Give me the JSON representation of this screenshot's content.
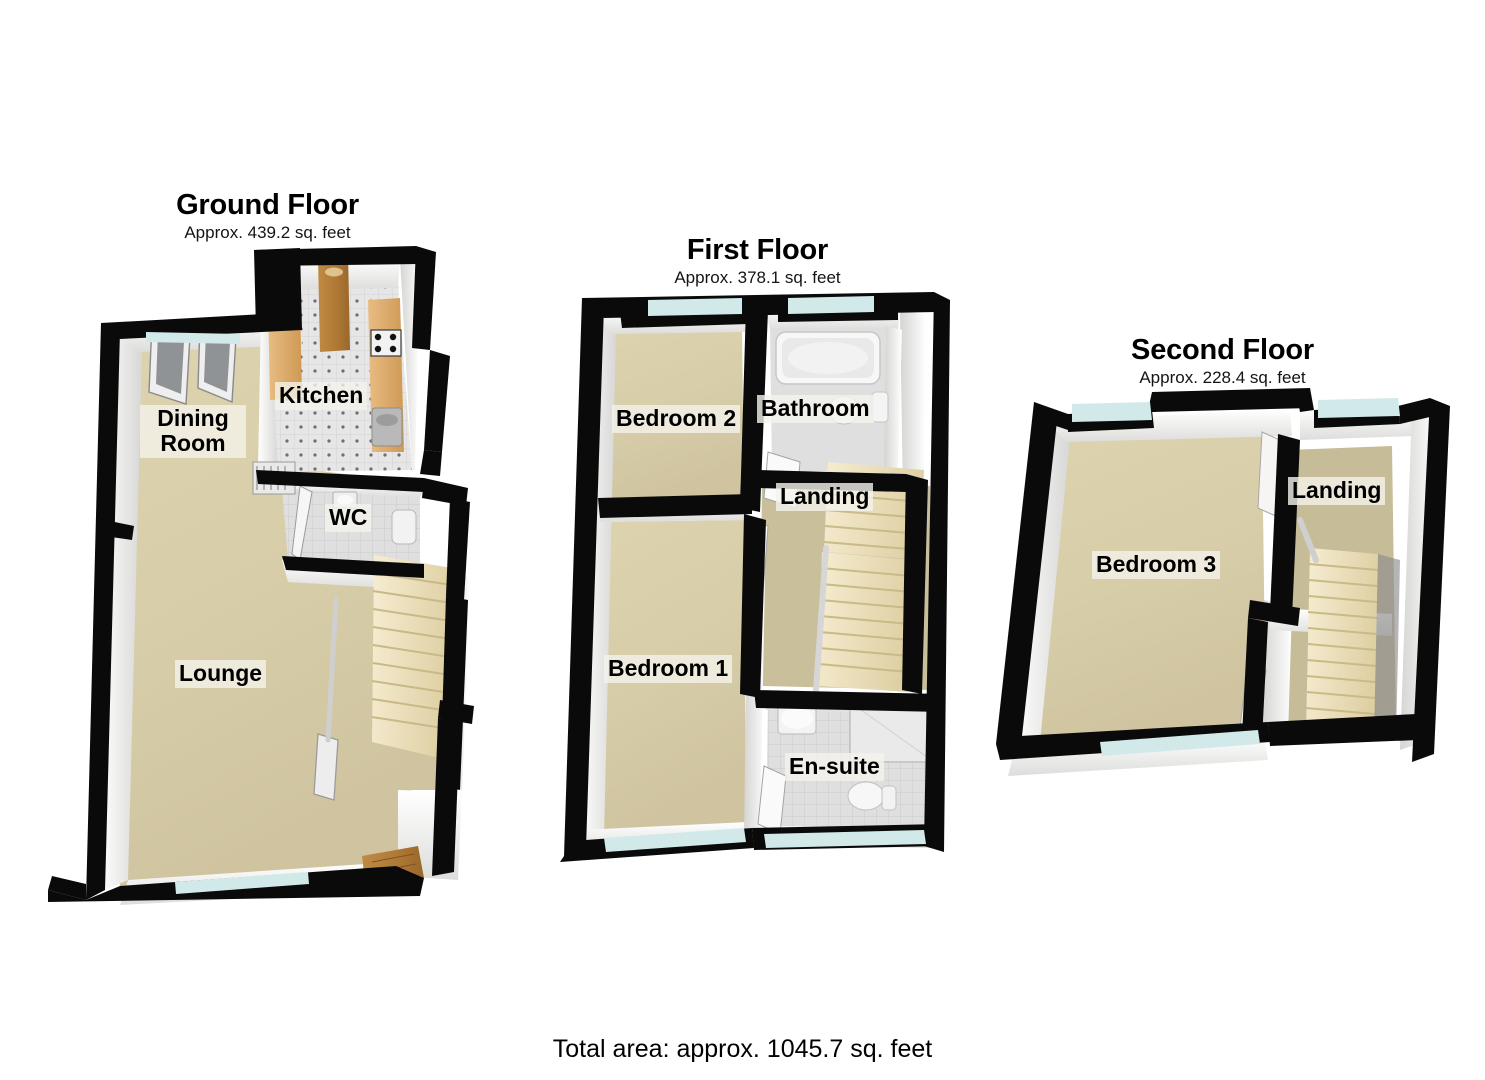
{
  "document": {
    "kind": "3d-floorplan",
    "total_area_text": "Total area: approx. 1045.7 sq. feet"
  },
  "floors": [
    {
      "id": "ground",
      "title": "Ground Floor",
      "area_text": "Approx. 439.2 sq. feet",
      "rooms": [
        {
          "id": "dining-room",
          "label": "Dining Room",
          "floor_color": "#d8ceab"
        },
        {
          "id": "kitchen",
          "label": "Kitchen",
          "floor_color": "#e3e3e3"
        },
        {
          "id": "wc",
          "label": "WC",
          "floor_color": "#d9d9d9"
        },
        {
          "id": "lounge",
          "label": "Lounge",
          "floor_color": "#d8ceab"
        }
      ],
      "features": [
        "french-doors",
        "front-door",
        "staircase-up",
        "kitchen-units",
        "hob",
        "sink",
        "radiator",
        "toilet",
        "wash-basin"
      ]
    },
    {
      "id": "first",
      "title": "First Floor",
      "area_text": "Approx. 378.1 sq. feet",
      "rooms": [
        {
          "id": "bedroom-2",
          "label": "Bedroom 2",
          "floor_color": "#cfc49f"
        },
        {
          "id": "bathroom",
          "label": "Bathroom",
          "floor_color": "#dcdcdc"
        },
        {
          "id": "landing",
          "label": "Landing",
          "floor_color": "#c9bf9a"
        },
        {
          "id": "bedroom-1",
          "label": "Bedroom 1",
          "floor_color": "#cfc49f"
        },
        {
          "id": "en-suite",
          "label": "En-suite",
          "floor_color": "#dbdbdb"
        }
      ],
      "features": [
        "bathtub",
        "wash-basin",
        "toilet",
        "shower-cubicle",
        "staircase-up",
        "staircase-down",
        "banister",
        "windows"
      ]
    },
    {
      "id": "second",
      "title": "Second Floor",
      "area_text": "Approx. 228.4 sq. feet",
      "rooms": [
        {
          "id": "bedroom-3",
          "label": "Bedroom 3",
          "floor_color": "#cfc49f"
        },
        {
          "id": "landing-2",
          "label": "Landing",
          "floor_color": "#c6bc97"
        }
      ],
      "features": [
        "staircase-down",
        "banister",
        "windows",
        "doors"
      ]
    }
  ],
  "colors": {
    "wall_outer": "#0a0a0a",
    "wall_inner": "#f4f4f2",
    "window_glass": "#d2e9e9",
    "carpet": "#d8ceab",
    "tile": "#e1e1e1",
    "wood_unit": "#d8a35e",
    "stair_tread": "#efe4c4",
    "label_chip": "#f4f2eb"
  }
}
